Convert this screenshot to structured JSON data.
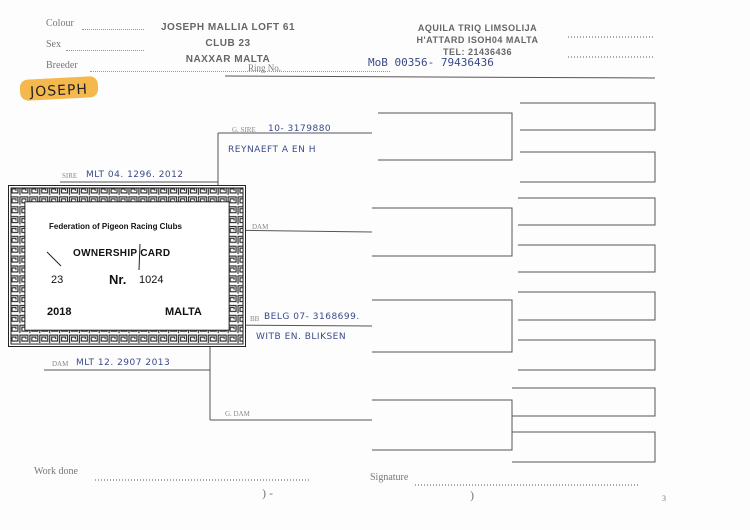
{
  "form": {
    "colour_label": "Colour",
    "sex_label": "Sex",
    "breeder_label": "Breeder",
    "ring_label": "Ring No.",
    "sire_label": "SIRE",
    "g_sire_label": "G. SIRE",
    "dam_label": "DAM",
    "g_dam_label": "G. DAM",
    "dam_label_upper": "DAM",
    "bb_label": "BB",
    "work_done_label": "Work done",
    "signature_label": "Signature",
    "page_mark": "3",
    "marks": ")   -",
    "mark_right": ")"
  },
  "stamps": {
    "loft_line1": "JOSEPH MALLIA LOFT 61",
    "loft_line2": "CLUB 23",
    "loft_line3": "NAXXAR MALTA",
    "club_line1": "AQUILA TRIQ LIMSOLIJA",
    "club_line2": "H'ATTARD ISOH04 MALTA",
    "club_line3": "TEL: 21436436"
  },
  "handwriting": {
    "mob": "MoB 00356- 79436436",
    "name": "JOSEPH",
    "g_sire_ring": "10- 3179880",
    "g_sire_breeder": "REYNAEFT  A EN H",
    "sire_ring": "MLT 04. 1296. 2012",
    "bb_ring": "BELG 07- 3168699.",
    "bb_breeder": "WITB  EN. BLIKSEN",
    "dam_ring": "MLT 12. 2907  2013"
  },
  "card": {
    "title": "Federation of Pigeon Racing Clubs",
    "label": "OWNERSHIP CARD",
    "club_no": "23",
    "nr_label": "Nr.",
    "nr_value": "1024",
    "year": "2018",
    "country": "MALTA"
  }
}
